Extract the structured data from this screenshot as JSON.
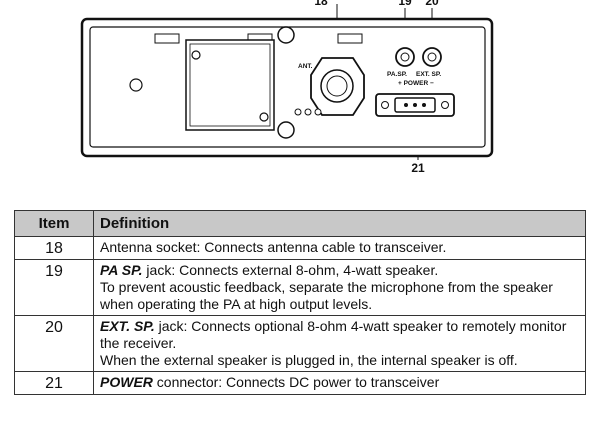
{
  "figure": {
    "callouts": [
      "18",
      "19",
      "20",
      "21"
    ],
    "panel_labels": {
      "antenna": "ANT.",
      "pa_sp": "PA.SP.",
      "ext_sp": "EXT. SP.",
      "power": "+ POWER −"
    }
  },
  "table": {
    "headers": {
      "item": "Item",
      "definition": "Definition"
    },
    "rows": [
      {
        "item": "18",
        "term": "",
        "text": "Antenna socket: Connects antenna cable to transceiver.",
        "extra": []
      },
      {
        "item": "19",
        "term": "PA SP.",
        "text": " jack: Connects external 8-ohm, 4-watt speaker.",
        "extra": [
          "To prevent acoustic feedback, separate the microphone from the speaker when operating the PA at high output levels."
        ]
      },
      {
        "item": "20",
        "term": "EXT. SP.",
        "text": " jack: Connects optional 8-ohm 4-watt speaker to remotely monitor the receiver.",
        "extra": [
          "When the external speaker is plugged in, the internal speaker is off."
        ]
      },
      {
        "item": "21",
        "term": "POWER",
        "text": " connector: Connects DC power to transceiver",
        "extra": []
      }
    ]
  }
}
